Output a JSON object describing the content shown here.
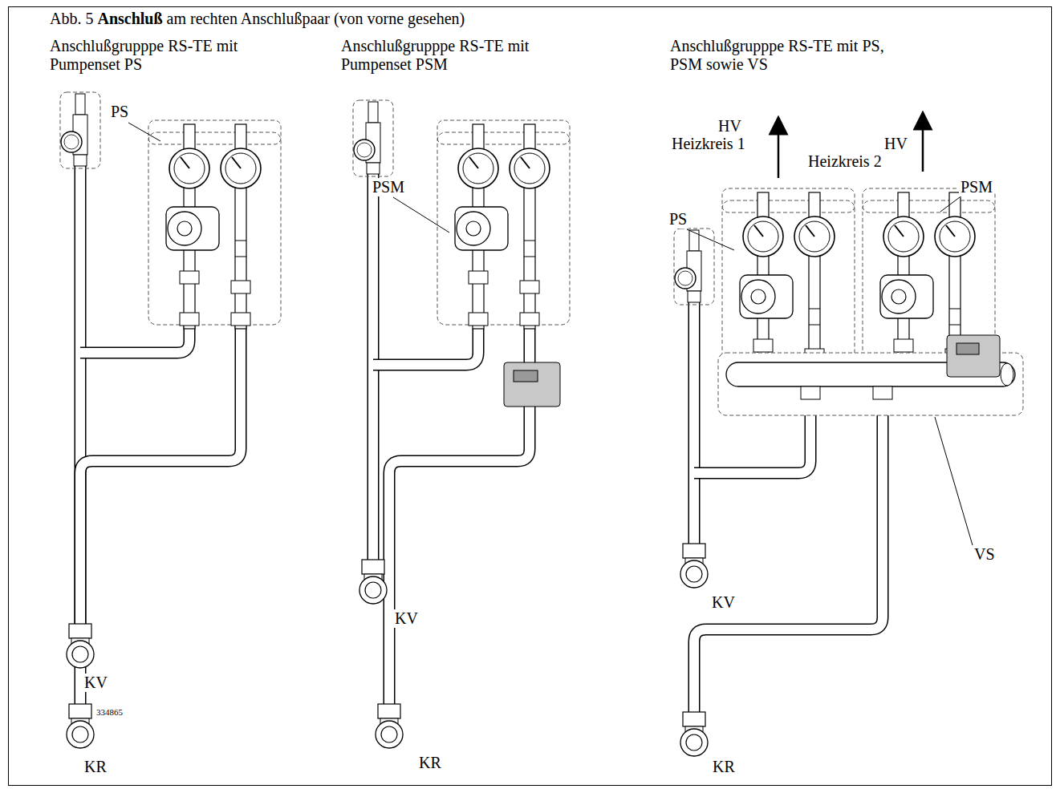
{
  "diagram": {
    "title": "Abb. 5 Anschluß am rechten Anschlußpaar (von vorne gesehen)",
    "labels": [
      "Anschlußgrupppe RS-TE mit Pumpenset PS",
      "Anschlußgrupppe RS-TE mit Pumpenset PSM",
      "Anschlußgrupppe RS-TE mit PS, PSM sowie VS",
      "HV",
      "Heizkreis 1",
      "HV",
      "Heizkreis 2",
      "PS",
      "PSM",
      "PSM",
      "PS",
      "KV",
      "KV",
      "KV",
      "VS",
      "334865",
      "KR",
      "KR",
      "KR"
    ]
  }
}
